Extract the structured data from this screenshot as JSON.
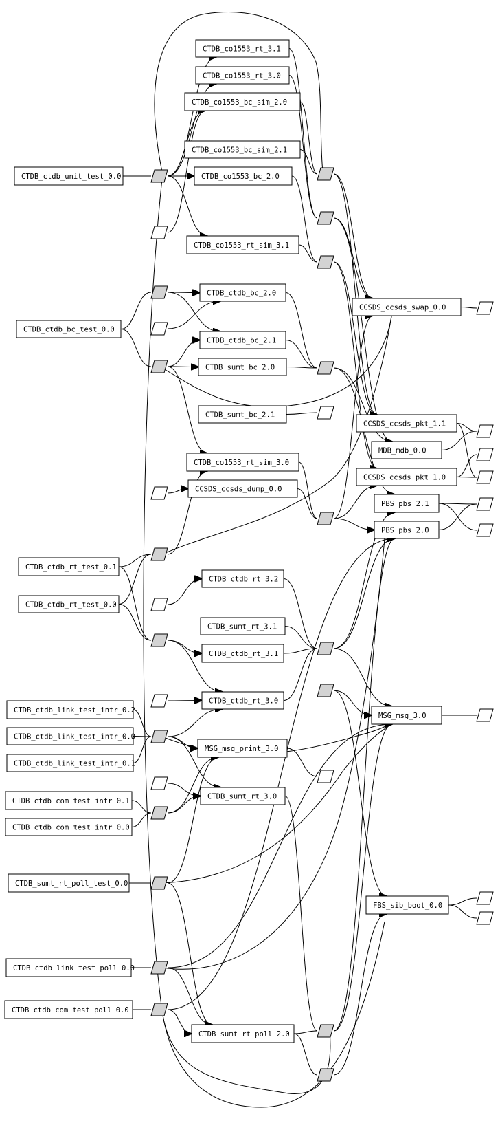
{
  "graph": {
    "kind": "dependency-graph",
    "colors": {
      "line": "#000000",
      "node_fill": "#ffffff",
      "connector_fill": "#d3d3d3"
    },
    "nodes": [
      {
        "id": "co1553_rt_3_1",
        "label": "CTDB_co1553_rt_3.1"
      },
      {
        "id": "co1553_rt_3_0",
        "label": "CTDB_co1553_rt_3.0"
      },
      {
        "id": "co1553_bc_sim_2_0",
        "label": "CTDB_co1553_bc_sim_2.0"
      },
      {
        "id": "co1553_bc_sim_2_1",
        "label": "CTDB_co1553_bc_sim_2.1"
      },
      {
        "id": "ctdb_unit_test_0_0",
        "label": "CTDB_ctdb_unit_test_0.0"
      },
      {
        "id": "co1553_bc_2_0",
        "label": "CTDB_co1553_bc_2.0"
      },
      {
        "id": "co1553_rt_sim_3_1",
        "label": "CTDB_co1553_rt_sim_3.1"
      },
      {
        "id": "ccsds_swap_0_0",
        "label": "CCSDS_ccsds_swap_0.0"
      },
      {
        "id": "ctdb_bc_2_0",
        "label": "CTDB_ctdb_bc_2.0"
      },
      {
        "id": "ctdb_bc_test_0_0",
        "label": "CTDB_ctdb_bc_test_0.0"
      },
      {
        "id": "ctdb_bc_2_1",
        "label": "CTDB_ctdb_bc_2.1"
      },
      {
        "id": "sumt_bc_2_0",
        "label": "CTDB_sumt_bc_2.0"
      },
      {
        "id": "sumt_bc_2_1",
        "label": "CTDB_sumt_bc_2.1"
      },
      {
        "id": "ccsds_pkt_1_1",
        "label": "CCSDS_ccsds_pkt_1.1"
      },
      {
        "id": "mdb_0_0",
        "label": "MDB_mdb_0.0"
      },
      {
        "id": "co1553_rt_sim_3_0",
        "label": "CTDB_co1553_rt_sim_3.0"
      },
      {
        "id": "ccsds_pkt_1_0",
        "label": "CCSDS_ccsds_pkt_1.0"
      },
      {
        "id": "ccsds_dump_0_0",
        "label": "CCSDS_ccsds_dump_0.0"
      },
      {
        "id": "pbs_2_1",
        "label": "PBS_pbs_2.1"
      },
      {
        "id": "pbs_2_0",
        "label": "PBS_pbs_2.0"
      },
      {
        "id": "ctdb_rt_test_0_1",
        "label": "CTDB_ctdb_rt_test_0.1"
      },
      {
        "id": "ctdb_rt_3_2",
        "label": "CTDB_ctdb_rt_3.2"
      },
      {
        "id": "ctdb_rt_test_0_0",
        "label": "CTDB_ctdb_rt_test_0.0"
      },
      {
        "id": "sumt_rt_3_1",
        "label": "CTDB_sumt_rt_3.1"
      },
      {
        "id": "ctdb_rt_3_1",
        "label": "CTDB_ctdb_rt_3.1"
      },
      {
        "id": "link_test_intr_0_2",
        "label": "CTDB_ctdb_link_test_intr_0.2"
      },
      {
        "id": "ctdb_rt_3_0",
        "label": "CTDB_ctdb_rt_3.0"
      },
      {
        "id": "msg_3_0",
        "label": "MSG_msg_3.0"
      },
      {
        "id": "link_test_intr_0_0",
        "label": "CTDB_ctdb_link_test_intr_0.0"
      },
      {
        "id": "msg_print_3_0",
        "label": "MSG_msg_print_3.0"
      },
      {
        "id": "link_test_intr_0_1",
        "label": "CTDB_ctdb_link_test_intr_0.1"
      },
      {
        "id": "com_test_intr_0_1",
        "label": "CTDB_ctdb_com_test_intr_0.1"
      },
      {
        "id": "sumt_rt_3_0",
        "label": "CTDB_sumt_rt_3.0"
      },
      {
        "id": "com_test_intr_0_0",
        "label": "CTDB_ctdb_com_test_intr_0.0"
      },
      {
        "id": "sumt_rt_poll_test_0_0",
        "label": "CTDB_sumt_rt_poll_test_0.0"
      },
      {
        "id": "sib_boot_0_0",
        "label": "FBS_sib_boot_0.0"
      },
      {
        "id": "link_test_poll_0_0",
        "label": "CTDB_ctdb_link_test_poll_0.0"
      },
      {
        "id": "com_test_poll_0_0",
        "label": "CTDB_ctdb_com_test_poll_0.0"
      },
      {
        "id": "sumt_rt_poll_2_0",
        "label": "CTDB_sumt_rt_poll_2.0"
      }
    ],
    "connectors": [
      {
        "id": "c_unit",
        "style": "filled"
      },
      {
        "id": "c_w1",
        "style": "empty"
      },
      {
        "id": "c_bc1",
        "style": "filled"
      },
      {
        "id": "c_w2",
        "style": "empty"
      },
      {
        "id": "c_bc2",
        "style": "filled"
      },
      {
        "id": "c_w3",
        "style": "empty"
      },
      {
        "id": "c_rt1",
        "style": "filled"
      },
      {
        "id": "c_w4",
        "style": "empty"
      },
      {
        "id": "c_rt2",
        "style": "filled"
      },
      {
        "id": "c_w5",
        "style": "empty"
      },
      {
        "id": "c_link",
        "style": "filled"
      },
      {
        "id": "c_w6",
        "style": "empty"
      },
      {
        "id": "c_com",
        "style": "filled"
      },
      {
        "id": "c_sumtpoll",
        "style": "filled"
      },
      {
        "id": "c_linkpoll",
        "style": "filled"
      },
      {
        "id": "c_compoll",
        "style": "filled"
      },
      {
        "id": "m1",
        "style": "filled"
      },
      {
        "id": "m2",
        "style": "filled"
      },
      {
        "id": "m3",
        "style": "filled"
      },
      {
        "id": "m4",
        "style": "filled"
      },
      {
        "id": "m5",
        "style": "empty"
      },
      {
        "id": "m6",
        "style": "filled"
      },
      {
        "id": "m7",
        "style": "filled"
      },
      {
        "id": "m8",
        "style": "filled"
      },
      {
        "id": "m9",
        "style": "empty"
      },
      {
        "id": "m10",
        "style": "filled"
      },
      {
        "id": "m11",
        "style": "filled"
      },
      {
        "id": "r_swap",
        "style": "empty"
      },
      {
        "id": "r1",
        "style": "empty"
      },
      {
        "id": "r2",
        "style": "empty"
      },
      {
        "id": "r3",
        "style": "empty"
      },
      {
        "id": "r4",
        "style": "empty"
      },
      {
        "id": "r5",
        "style": "empty"
      },
      {
        "id": "r_msg",
        "style": "empty"
      },
      {
        "id": "r_sib1",
        "style": "empty"
      },
      {
        "id": "r_sib2",
        "style": "empty"
      }
    ],
    "edges": [
      {
        "from": "ctdb_unit_test_0_0",
        "to": "c_unit",
        "arrow": false
      },
      {
        "from": "c_unit",
        "to": "co1553_rt_3_1",
        "arrow": true
      },
      {
        "from": "c_unit",
        "to": "co1553_rt_3_0",
        "arrow": true
      },
      {
        "from": "c_unit",
        "to": "co1553_bc_sim_2_0",
        "arrow": true
      },
      {
        "from": "c_unit",
        "to": "co1553_bc_2_0",
        "arrow": true
      },
      {
        "from": "c_unit",
        "to": "co1553_rt_sim_3_1",
        "arrow": true
      },
      {
        "from": "c_w1",
        "to": "co1553_bc_sim_2_0",
        "arrow": true
      },
      {
        "from": "ctdb_bc_test_0_0",
        "to": "c_bc1",
        "arrow": false
      },
      {
        "from": "ctdb_bc_test_0_0",
        "to": "c_bc2",
        "arrow": false
      },
      {
        "from": "c_bc1",
        "to": "ctdb_bc_2_0",
        "arrow": true
      },
      {
        "from": "c_bc1",
        "to": "ctdb_bc_2_1",
        "arrow": true
      },
      {
        "from": "c_bc2",
        "to": "sumt_bc_2_0",
        "arrow": true
      },
      {
        "from": "c_bc2",
        "to": "ctdb_bc_2_1",
        "arrow": true
      },
      {
        "from": "c_bc2",
        "to": "co1553_rt_sim_3_0",
        "arrow": true
      },
      {
        "from": "c_w2",
        "to": "ctdb_bc_2_0",
        "arrow": true
      },
      {
        "from": "c_w3",
        "to": "ccsds_dump_0_0",
        "arrow": true
      },
      {
        "from": "ctdb_rt_test_0_1",
        "to": "c_rt1",
        "arrow": false
      },
      {
        "from": "ctdb_rt_test_0_1",
        "to": "c_rt2",
        "arrow": false
      },
      {
        "from": "ctdb_rt_test_0_0",
        "to": "c_rt1",
        "arrow": false
      },
      {
        "from": "ctdb_rt_test_0_0",
        "to": "c_rt2",
        "arrow": false
      },
      {
        "from": "c_rt1",
        "to": "co1553_rt_sim_3_0",
        "arrow": true
      },
      {
        "from": "c_rt2",
        "to": "ctdb_rt_3_1",
        "arrow": true
      },
      {
        "from": "c_rt2",
        "to": "ctdb_rt_3_0",
        "arrow": true
      },
      {
        "from": "c_w4",
        "to": "ctdb_rt_3_2",
        "arrow": true
      },
      {
        "from": "c_w5",
        "to": "ctdb_rt_3_0",
        "arrow": true
      },
      {
        "from": "link_test_intr_0_2",
        "to": "c_link",
        "arrow": false
      },
      {
        "from": "link_test_intr_0_0",
        "to": "c_link",
        "arrow": false
      },
      {
        "from": "link_test_intr_0_1",
        "to": "c_link",
        "arrow": false
      },
      {
        "from": "c_link",
        "to": "msg_print_3_0",
        "arrow": true
      },
      {
        "from": "c_link",
        "to": "ctdb_rt_3_0",
        "arrow": true
      },
      {
        "from": "c_link",
        "to": "sumt_rt_3_0",
        "arrow": true
      },
      {
        "from": "c_w6",
        "to": "sumt_rt_3_0",
        "arrow": true
      },
      {
        "from": "com_test_intr_0_1",
        "to": "c_com",
        "arrow": false
      },
      {
        "from": "com_test_intr_0_0",
        "to": "c_com",
        "arrow": false
      },
      {
        "from": "c_com",
        "to": "sumt_rt_3_0",
        "arrow": true
      },
      {
        "from": "c_com",
        "to": "msg_print_3_0",
        "arrow": true
      },
      {
        "from": "sumt_rt_poll_test_0_0",
        "to": "c_sumtpoll",
        "arrow": false
      },
      {
        "from": "c_sumtpoll",
        "to": "msg_print_3_0",
        "arrow": true
      },
      {
        "from": "c_sumtpoll",
        "to": "sumt_rt_poll_2_0",
        "arrow": true
      },
      {
        "from": "link_test_poll_0_0",
        "to": "c_linkpoll",
        "arrow": false
      },
      {
        "from": "c_linkpoll",
        "to": "sumt_rt_poll_2_0",
        "arrow": true
      },
      {
        "from": "c_linkpoll",
        "to": "msg_3_0",
        "arrow": true
      },
      {
        "from": "com_test_poll_0_0",
        "to": "c_compoll",
        "arrow": false
      },
      {
        "from": "c_compoll",
        "to": "sumt_rt_poll_2_0",
        "arrow": true
      },
      {
        "from": "c_compoll",
        "to": "pbs_2_0",
        "arrow": true
      },
      {
        "from": "co1553_rt_3_1",
        "to": "m2",
        "arrow": false
      },
      {
        "from": "co1553_rt_3_0",
        "to": "m2",
        "arrow": false
      },
      {
        "from": "co1553_bc_sim_2_0",
        "to": "m1",
        "arrow": false
      },
      {
        "from": "co1553_bc_sim_2_1",
        "to": "m1",
        "arrow": false
      },
      {
        "from": "co1553_bc_2_0",
        "to": "m3",
        "arrow": false
      },
      {
        "from": "co1553_rt_sim_3_1",
        "to": "m3",
        "arrow": false
      },
      {
        "from": "ctdb_bc_2_0",
        "to": "m4",
        "arrow": false
      },
      {
        "from": "ctdb_bc_2_1",
        "to": "m4",
        "arrow": false
      },
      {
        "from": "sumt_bc_2_0",
        "to": "m4",
        "arrow": false
      },
      {
        "from": "sumt_bc_2_1",
        "to": "m5",
        "arrow": false
      },
      {
        "from": "co1553_rt_sim_3_0",
        "to": "m6",
        "arrow": false
      },
      {
        "from": "ccsds_dump_0_0",
        "to": "m6",
        "arrow": false
      },
      {
        "from": "ctdb_rt_3_2",
        "to": "m7",
        "arrow": false
      },
      {
        "from": "sumt_rt_3_1",
        "to": "m7",
        "arrow": false
      },
      {
        "from": "ctdb_rt_3_1",
        "to": "m7",
        "arrow": false
      },
      {
        "from": "ctdb_rt_3_0",
        "to": "m7",
        "arrow": false
      },
      {
        "from": "msg_print_3_0",
        "to": "m9",
        "arrow": false
      },
      {
        "from": "sumt_rt_3_0",
        "to": "m10",
        "arrow": false
      },
      {
        "from": "sumt_rt_poll_2_0",
        "to": "m10",
        "arrow": false
      },
      {
        "from": "sumt_rt_poll_2_0",
        "to": "m11",
        "arrow": false
      },
      {
        "from": "m1",
        "to": "ccsds_swap_0_0",
        "arrow": true
      },
      {
        "from": "m1",
        "to": "ccsds_pkt_1_1",
        "arrow": true
      },
      {
        "from": "m2",
        "to": "ccsds_swap_0_0",
        "arrow": true
      },
      {
        "from": "m2",
        "to": "mdb_0_0",
        "arrow": true
      },
      {
        "from": "m3",
        "to": "ccsds_pkt_1_1",
        "arrow": true
      },
      {
        "from": "m3",
        "to": "ccsds_pkt_1_0",
        "arrow": true
      },
      {
        "from": "m4",
        "to": "mdb_0_0",
        "arrow": true
      },
      {
        "from": "m4",
        "to": "pbs_2_1",
        "arrow": true
      },
      {
        "from": "m6",
        "to": "ccsds_swap_0_0",
        "arrow": true
      },
      {
        "from": "m6",
        "to": "pbs_2_0",
        "arrow": true
      },
      {
        "from": "m6",
        "to": "ccsds_pkt_1_0",
        "arrow": true
      },
      {
        "from": "m7",
        "to": "msg_3_0",
        "arrow": true
      },
      {
        "from": "m7",
        "to": "pbs_2_1",
        "arrow": true
      },
      {
        "from": "m7",
        "to": "pbs_2_0",
        "arrow": true
      },
      {
        "from": "m8",
        "to": "sib_boot_0_0",
        "arrow": true
      },
      {
        "from": "m8",
        "to": "msg_3_0",
        "arrow": true
      },
      {
        "from": "m10",
        "to": "msg_3_0",
        "arrow": true
      },
      {
        "from": "m10",
        "to": "pbs_2_0",
        "arrow": true
      },
      {
        "from": "m11",
        "to": "sib_boot_0_0",
        "arrow": true
      },
      {
        "from": "ccsds_swap_0_0",
        "to": "r_swap",
        "arrow": false
      },
      {
        "from": "ccsds_pkt_1_1",
        "to": "r1",
        "arrow": false
      },
      {
        "from": "ccsds_pkt_1_1",
        "to": "r3",
        "arrow": false
      },
      {
        "from": "mdb_0_0",
        "to": "r1",
        "arrow": false
      },
      {
        "from": "ccsds_pkt_1_0",
        "to": "r3",
        "arrow": false
      },
      {
        "from": "ccsds_pkt_1_0",
        "to": "r2",
        "arrow": false
      },
      {
        "from": "pbs_2_1",
        "to": "r4",
        "arrow": false
      },
      {
        "from": "pbs_2_1",
        "to": "r5",
        "arrow": false
      },
      {
        "from": "pbs_2_0",
        "to": "r4",
        "arrow": false
      },
      {
        "from": "msg_3_0",
        "to": "r_msg",
        "arrow": false
      },
      {
        "from": "sib_boot_0_0",
        "to": "r_sib1",
        "arrow": false
      },
      {
        "from": "sib_boot_0_0",
        "to": "r_sib2",
        "arrow": false
      }
    ]
  }
}
